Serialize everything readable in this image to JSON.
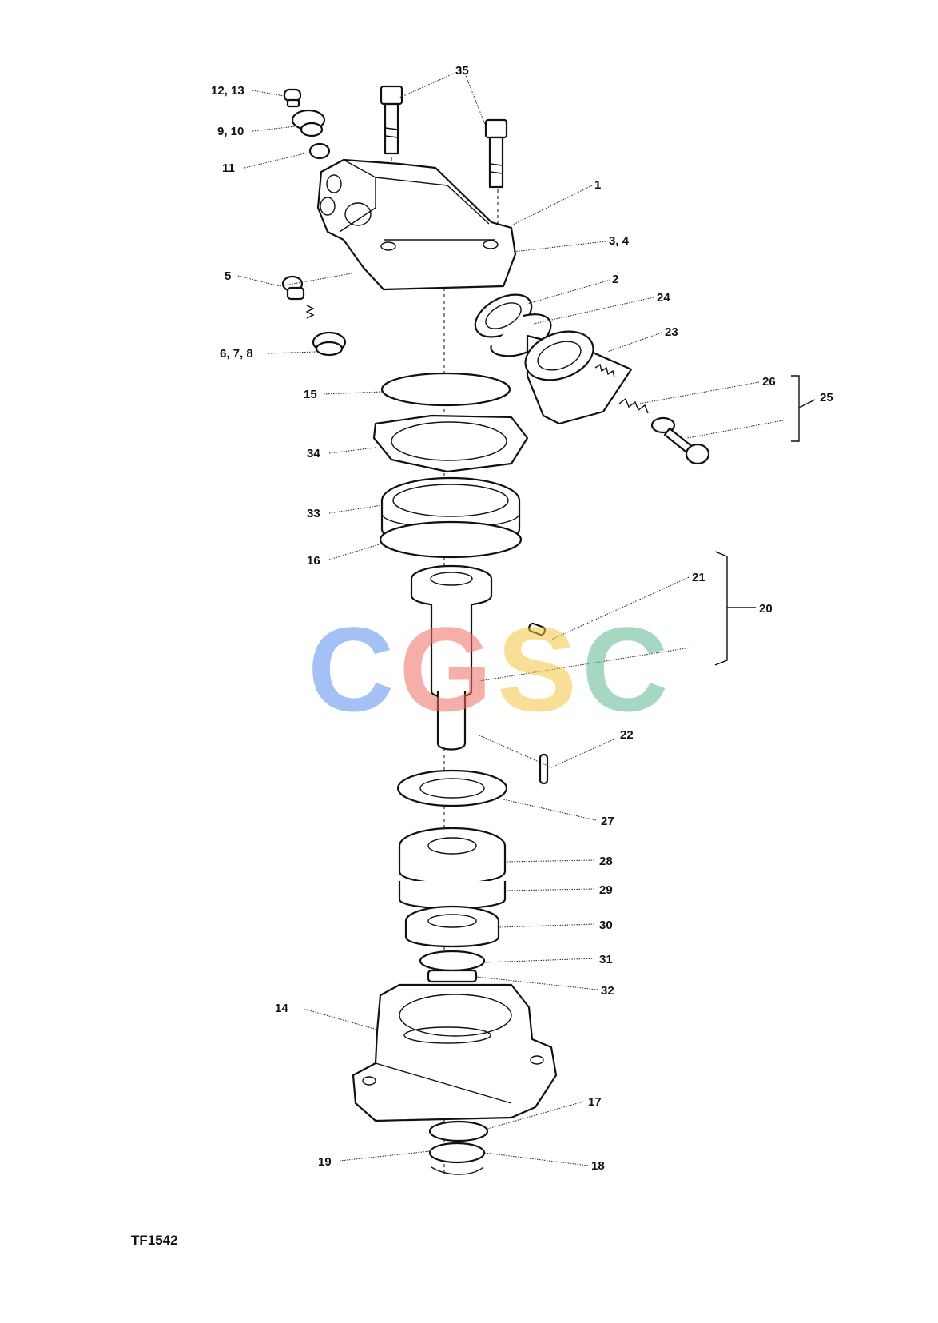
{
  "figure_id": "TF1542",
  "watermark": {
    "letters": [
      "C",
      "G",
      "S",
      "C"
    ],
    "colors": [
      "#5B8FF0",
      "#F06C63",
      "#F5C542",
      "#5CB891"
    ]
  },
  "callouts": {
    "c1": "1",
    "c2": "2",
    "c3_4": "3, 4",
    "c5": "5",
    "c6_7_8": "6, 7, 8",
    "c9_10": "9, 10",
    "c11": "11",
    "c12_13": "12, 13",
    "c14": "14",
    "c15": "15",
    "c16": "16",
    "c17": "17",
    "c18": "18",
    "c19": "19",
    "c20": "20",
    "c21": "21",
    "c22": "22",
    "c23": "23",
    "c24": "24",
    "c25": "25",
    "c26": "26",
    "c27": "27",
    "c28": "28",
    "c29": "29",
    "c30": "30",
    "c31": "31",
    "c32": "32",
    "c33": "33",
    "c34": "34",
    "c35": "35"
  }
}
